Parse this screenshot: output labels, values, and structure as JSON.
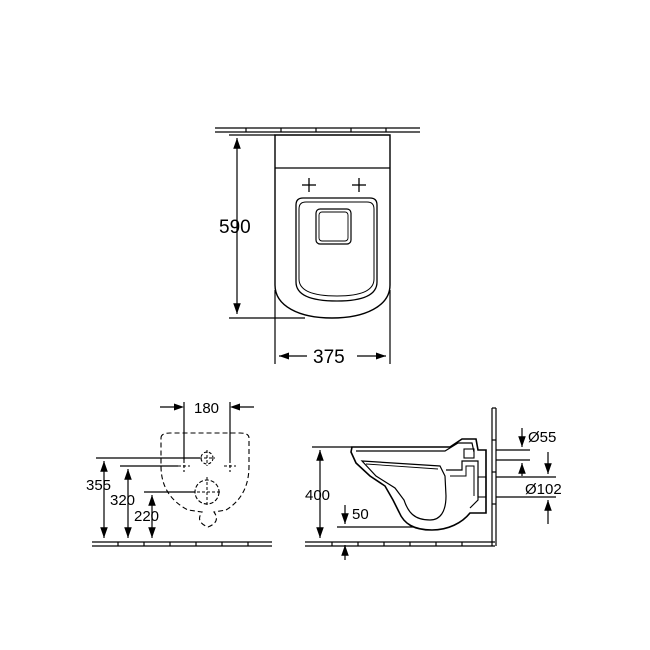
{
  "top_view": {
    "depth_label": "590",
    "width_label": "375"
  },
  "front_view": {
    "hole_spacing_label": "180",
    "height_355_label": "355",
    "height_320_label": "320",
    "height_220_label": "220"
  },
  "side_view": {
    "height_400_label": "400",
    "height_50_label": "50",
    "dia_55_label": "Ø55",
    "dia_102_label": "Ø102"
  },
  "colors": {
    "line": "#000000",
    "background": "#ffffff"
  }
}
